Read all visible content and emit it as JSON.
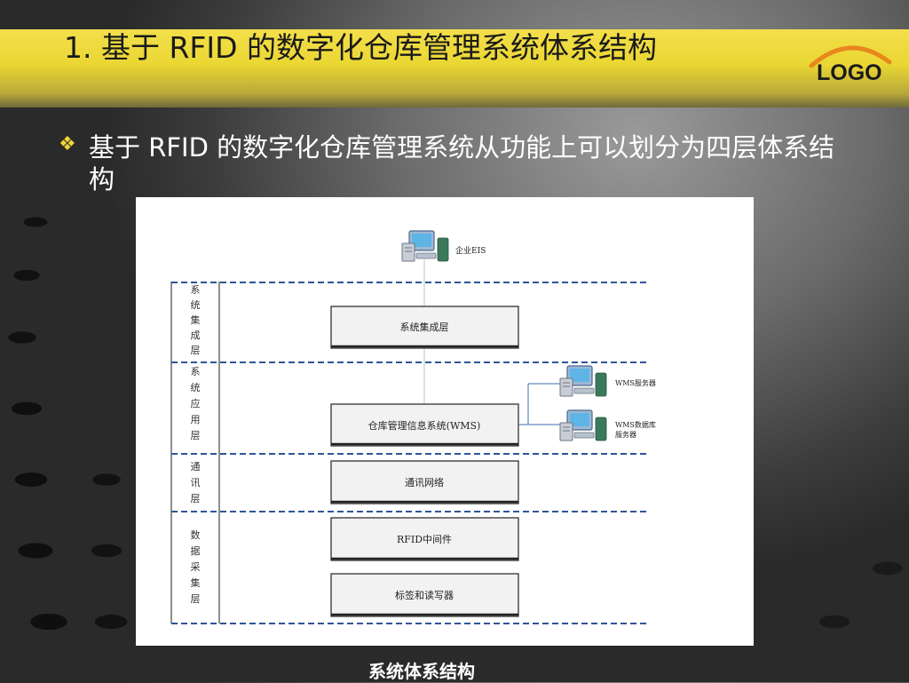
{
  "slide": {
    "title": "1. 基于 RFID 的数字化仓库管理系统体系结构",
    "logo": "LOGO",
    "bullet": "基于 RFID 的数字化仓库管理系统从功能上可以划分为四层体系结构",
    "caption": "系统体系结构"
  },
  "diagram": {
    "top_node": "企业EIS",
    "layers": [
      {
        "label": [
          "系",
          "统",
          "集",
          "成",
          "层"
        ],
        "boxes": [
          "系统集成层"
        ]
      },
      {
        "label": [
          "系",
          "统",
          "应",
          "用",
          "层"
        ],
        "boxes": [
          "仓库管理信息系统(WMS)"
        ]
      },
      {
        "label": [
          "通",
          "讯",
          "层"
        ],
        "boxes": [
          "通讯网络"
        ]
      },
      {
        "label": [
          "数",
          "据",
          "采",
          "集",
          "层"
        ],
        "boxes": [
          "RFID中间件",
          "标签和读写器"
        ]
      }
    ],
    "servers": [
      {
        "name": "WMS服务器"
      },
      {
        "name": "WMS数据库\n服务器"
      }
    ]
  },
  "colors": {
    "band": "#ead733",
    "logo_arc": "#e8871e",
    "dash_line": "#2f5597",
    "bullet_icon": "#f0d43a"
  },
  "icons": {
    "bullet": "diamond-four-petal-icon",
    "computer": "desktop-computer-icon"
  }
}
